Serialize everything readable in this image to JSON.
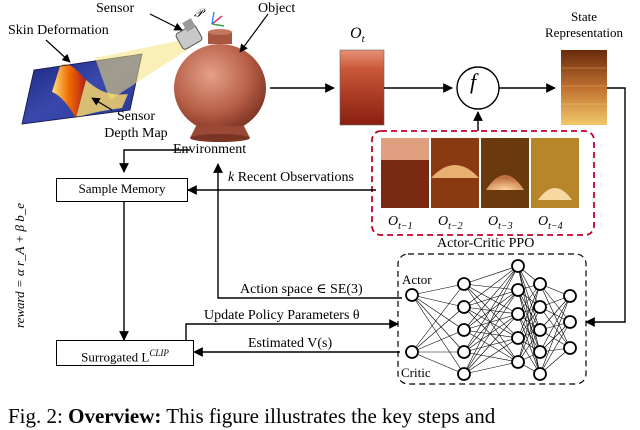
{
  "labels": {
    "sensor": "Sensor",
    "object": "Object",
    "skin_deformation": "Skin Deformation",
    "sensor_depth_map": "Sensor\nDepth Map",
    "environment": "Environment",
    "ot": "O",
    "ot_sub": "t",
    "f_symbol": "f",
    "state_repr": "State\nRepresentation",
    "recent_obs_k": "k",
    "recent_obs": "Recent Observations",
    "obs": [
      {
        "base": "O",
        "sub": "t−1"
      },
      {
        "base": "O",
        "sub": "t−2"
      },
      {
        "base": "O",
        "sub": "t−3"
      },
      {
        "base": "O",
        "sub": "t−4"
      }
    ],
    "actor_critic": "Actor-Critic PPO",
    "actor": "Actor",
    "critic": "Critic",
    "action_space": "Action space ∈ SE(3)",
    "update_policy": "Update Policy Parameters θ",
    "estimated_v": "Estimated V(s)",
    "sample_memory": "Sample Memory",
    "surrogated": "Surrogated L",
    "surrogated_sup": "CLIP",
    "reward": "reward = α r_A + β b_e",
    "p_symbol": "𝒫"
  },
  "caption": {
    "prefix": "Fig. 2: ",
    "bold": "Overview:",
    "rest": " This figure illustrates the key steps and"
  },
  "colors": {
    "dashed_red": "#c0002a",
    "pot": "#b8644a",
    "obs_dark": "#7a2a10",
    "obs_light": "#e8a070",
    "state_top": "#7a3410",
    "state_bottom": "#f0c060",
    "sensor_yellow": "#f5e27a"
  }
}
